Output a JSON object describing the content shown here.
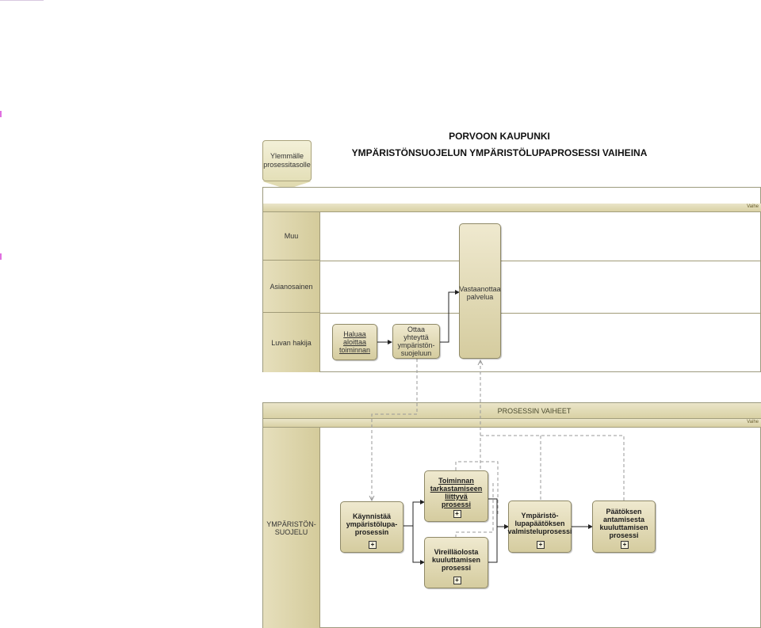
{
  "header": {
    "org": "PORVOON KAUPUNKI",
    "title": "YMPÄRISTÖNSUOJELUN YMPÄRISTÖLUPAPROSESSI VAIHEINA"
  },
  "navigation": {
    "up_label": "Ylemmälle prosessitasolle"
  },
  "top_pool": {
    "phase_label": "Vaihe",
    "lanes": [
      "Muu",
      "Asianosainen",
      "Luvan hakija"
    ],
    "tasks": {
      "start": "Haluaa aloittaa toiminnan",
      "contact": "Ottaa yhteyttä ympäristön- suojeluun",
      "receive": "Vastaanottaa palvelua"
    }
  },
  "bottom_pool": {
    "title": "PROSESSIN VAIHEET",
    "phase_label": "Vaihe",
    "lane": "YMPÄRISTÖN- SUOJELU",
    "subprocesses": {
      "start_process": "Käynnistää ympäristölupa- prosessin",
      "inspect": "Toiminnan tarkastamiseen liittyvä prosessi",
      "pending": "Vireilläolosta kuuluttamisen prosessi",
      "prepare": "Ympäristö- lupapäätöksen valmisteluprosessi",
      "announce": "Päätöksen antamisesta kuuluttamisen prosessi"
    },
    "expand_symbol": "+"
  },
  "colors": {
    "band": "#d9d1a4",
    "task_fill": "#e2dbb6",
    "border": "#8f8967"
  }
}
